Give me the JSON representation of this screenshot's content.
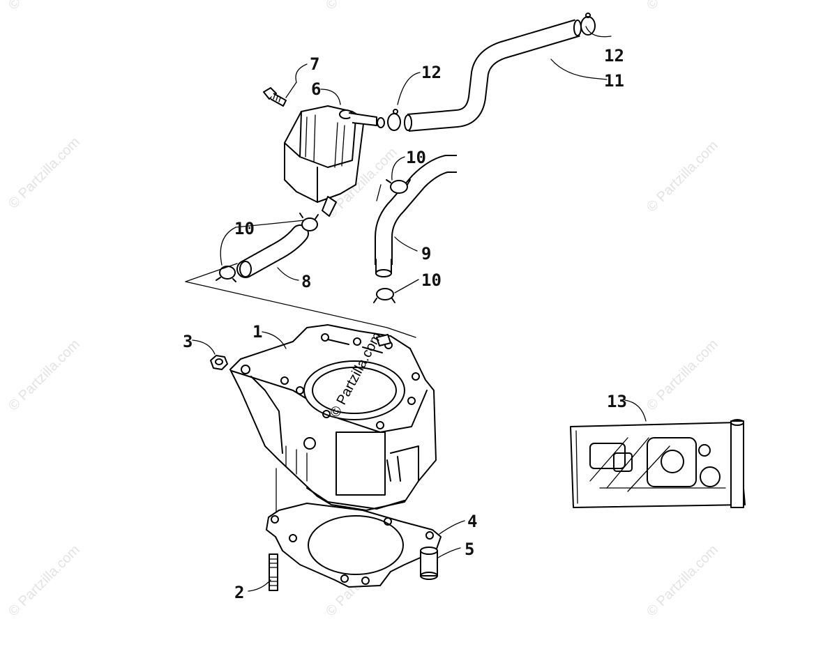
{
  "watermark": "© Partzilla.com",
  "callouts": {
    "c1": "1",
    "c2": "2",
    "c3": "3",
    "c4": "4",
    "c5": "5",
    "c6": "6",
    "c7": "7",
    "c8": "8",
    "c9": "9",
    "c10a": "10",
    "c10b": "10",
    "c10c": "10",
    "c11": "11",
    "c12a": "12",
    "c12b": "12",
    "c13": "13"
  }
}
